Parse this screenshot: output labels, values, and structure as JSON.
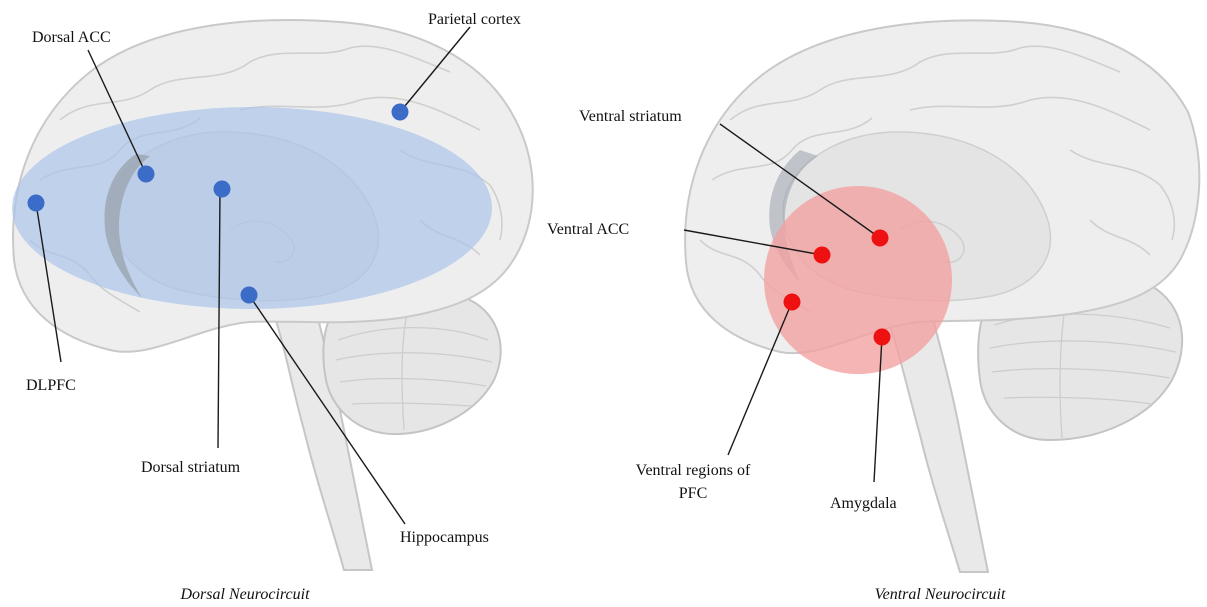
{
  "colors": {
    "dorsal_region": "#a9c2ea",
    "dorsal_dot": "#3a6cc8",
    "ventral_region": "#f4a0a0",
    "ventral_dot": "#ee1111",
    "acc_gray": "#9aa2ad"
  },
  "dorsal": {
    "caption": "Dorsal Neurocircuit",
    "labels": {
      "dorsal_acc": "Dorsal ACC",
      "parietal_cortex": "Parietal cortex",
      "dlpfc": "DLPFC",
      "dorsal_striatum": "Dorsal striatum",
      "hippocampus": "Hippocampus"
    }
  },
  "ventral": {
    "caption": "Ventral Neurocircuit",
    "labels": {
      "ventral_striatum": "Ventral striatum",
      "ventral_acc": "Ventral ACC",
      "ventral_pfc_line1": "Ventral regions of",
      "ventral_pfc_line2": "PFC",
      "amygdala": "Amygdala"
    }
  }
}
